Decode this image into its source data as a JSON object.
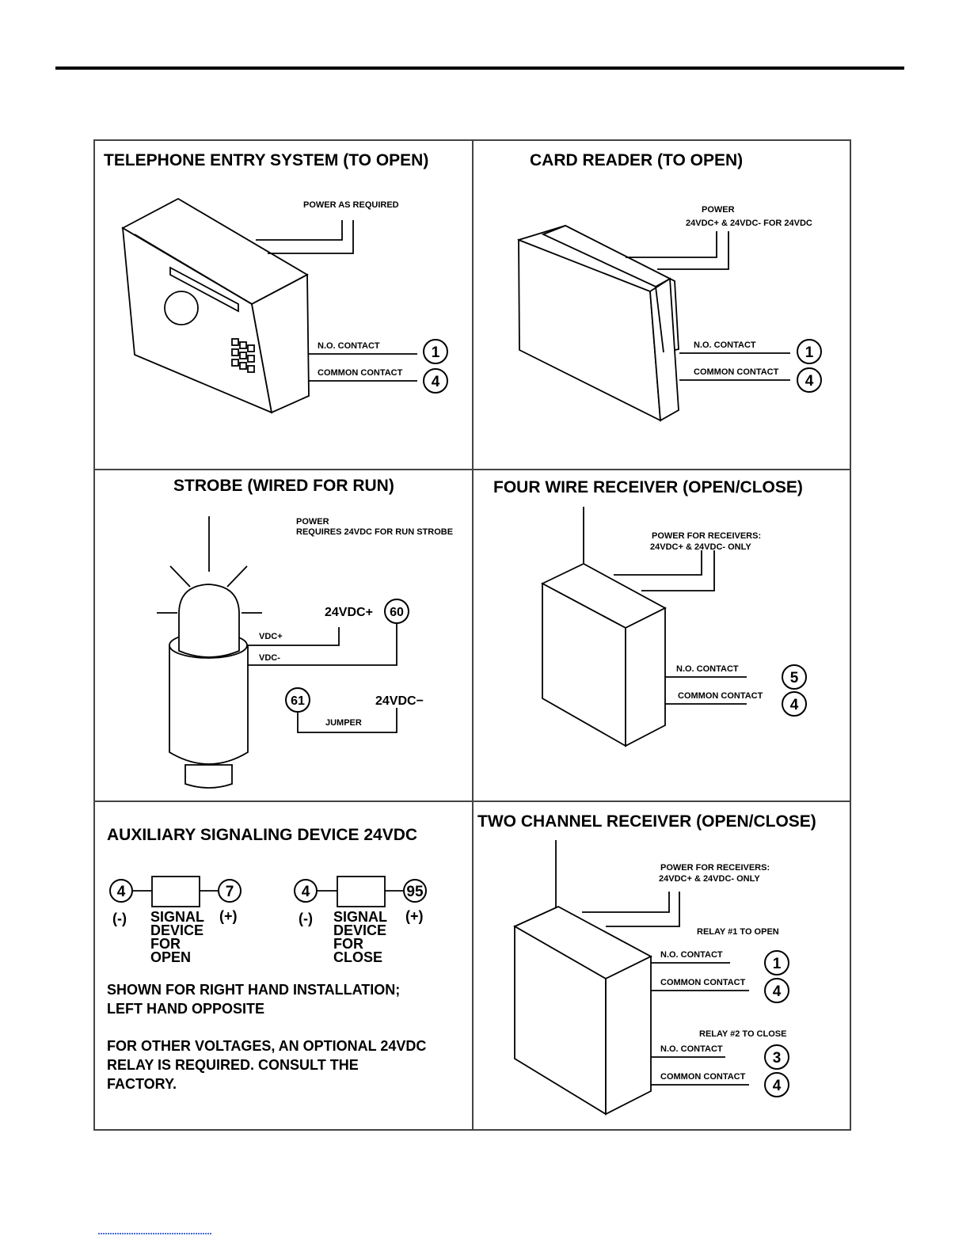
{
  "panels": {
    "telephone": {
      "title": "TELEPHONE ENTRY SYSTEM (TO OPEN)",
      "power": "POWER AS REQUIRED",
      "no_contact": "N.O. CONTACT",
      "common_contact": "COMMON CONTACT",
      "terminal_no": "1",
      "terminal_common": "4"
    },
    "card_reader": {
      "title": "CARD READER (TO OPEN)",
      "power_line1": "POWER",
      "power_line2": "24VDC+ & 24VDC- FOR 24VDC",
      "no_contact": "N.O. CONTACT",
      "common_contact": "COMMON CONTACT",
      "terminal_no": "1",
      "terminal_common": "4"
    },
    "strobe": {
      "title": "STROBE (WIRED FOR RUN)",
      "power_line1": "POWER",
      "power_line2": "REQUIRES 24VDC FOR RUN STROBE",
      "vdc_plus": "VDC+",
      "vdc_minus": "VDC-",
      "supply_plus": "24VDC+",
      "terminal_plus": "60",
      "terminal_jumper": "61",
      "supply_minus": "24VDC−",
      "jumper": "JUMPER"
    },
    "four_wire": {
      "title": "FOUR WIRE RECEIVER (OPEN/CLOSE)",
      "power_line1": "POWER FOR RECEIVERS:",
      "power_line2": "24VDC+ & 24VDC- ONLY",
      "no_contact": "N.O. CONTACT",
      "common_contact": "COMMON CONTACT",
      "terminal_no": "5",
      "terminal_common": "4"
    },
    "auxiliary": {
      "title": "AUXILIARY SIGNALING DEVICE 24VDC",
      "open_device": {
        "terminal_left": "4",
        "terminal_right": "7",
        "minus": "(-)",
        "plus": "(+)",
        "label": [
          "SIGNAL",
          "DEVICE",
          "FOR",
          "OPEN"
        ]
      },
      "close_device": {
        "terminal_left": "4",
        "terminal_right": "95",
        "minus": "(-)",
        "plus": "(+)",
        "label": [
          "SIGNAL",
          "DEVICE",
          "FOR",
          "CLOSE"
        ]
      },
      "note1_line1": "SHOWN FOR RIGHT HAND INSTALLATION;",
      "note1_line2": "LEFT HAND OPPOSITE",
      "note2_line1": "FOR OTHER VOLTAGES, AN OPTIONAL 24VDC",
      "note2_line2": "RELAY IS REQUIRED. CONSULT THE",
      "note2_line3": "FACTORY."
    },
    "two_channel": {
      "title": "TWO CHANNEL RECEIVER (OPEN/CLOSE)",
      "power_line1": "POWER FOR RECEIVERS:",
      "power_line2": "24VDC+ & 24VDC- ONLY",
      "relay1": "RELAY #1 TO OPEN",
      "relay2": "RELAY #2 TO CLOSE",
      "r1_no_contact": "N.O. CONTACT",
      "r1_common_contact": "COMMON CONTACT",
      "r2_no_contact": "N.O. CONTACT",
      "r2_common_contact": "COMMON CONTACT",
      "r1_terminal_no": "1",
      "r1_terminal_common": "4",
      "r2_terminal_no": "3",
      "r2_terminal_common": "4"
    }
  }
}
